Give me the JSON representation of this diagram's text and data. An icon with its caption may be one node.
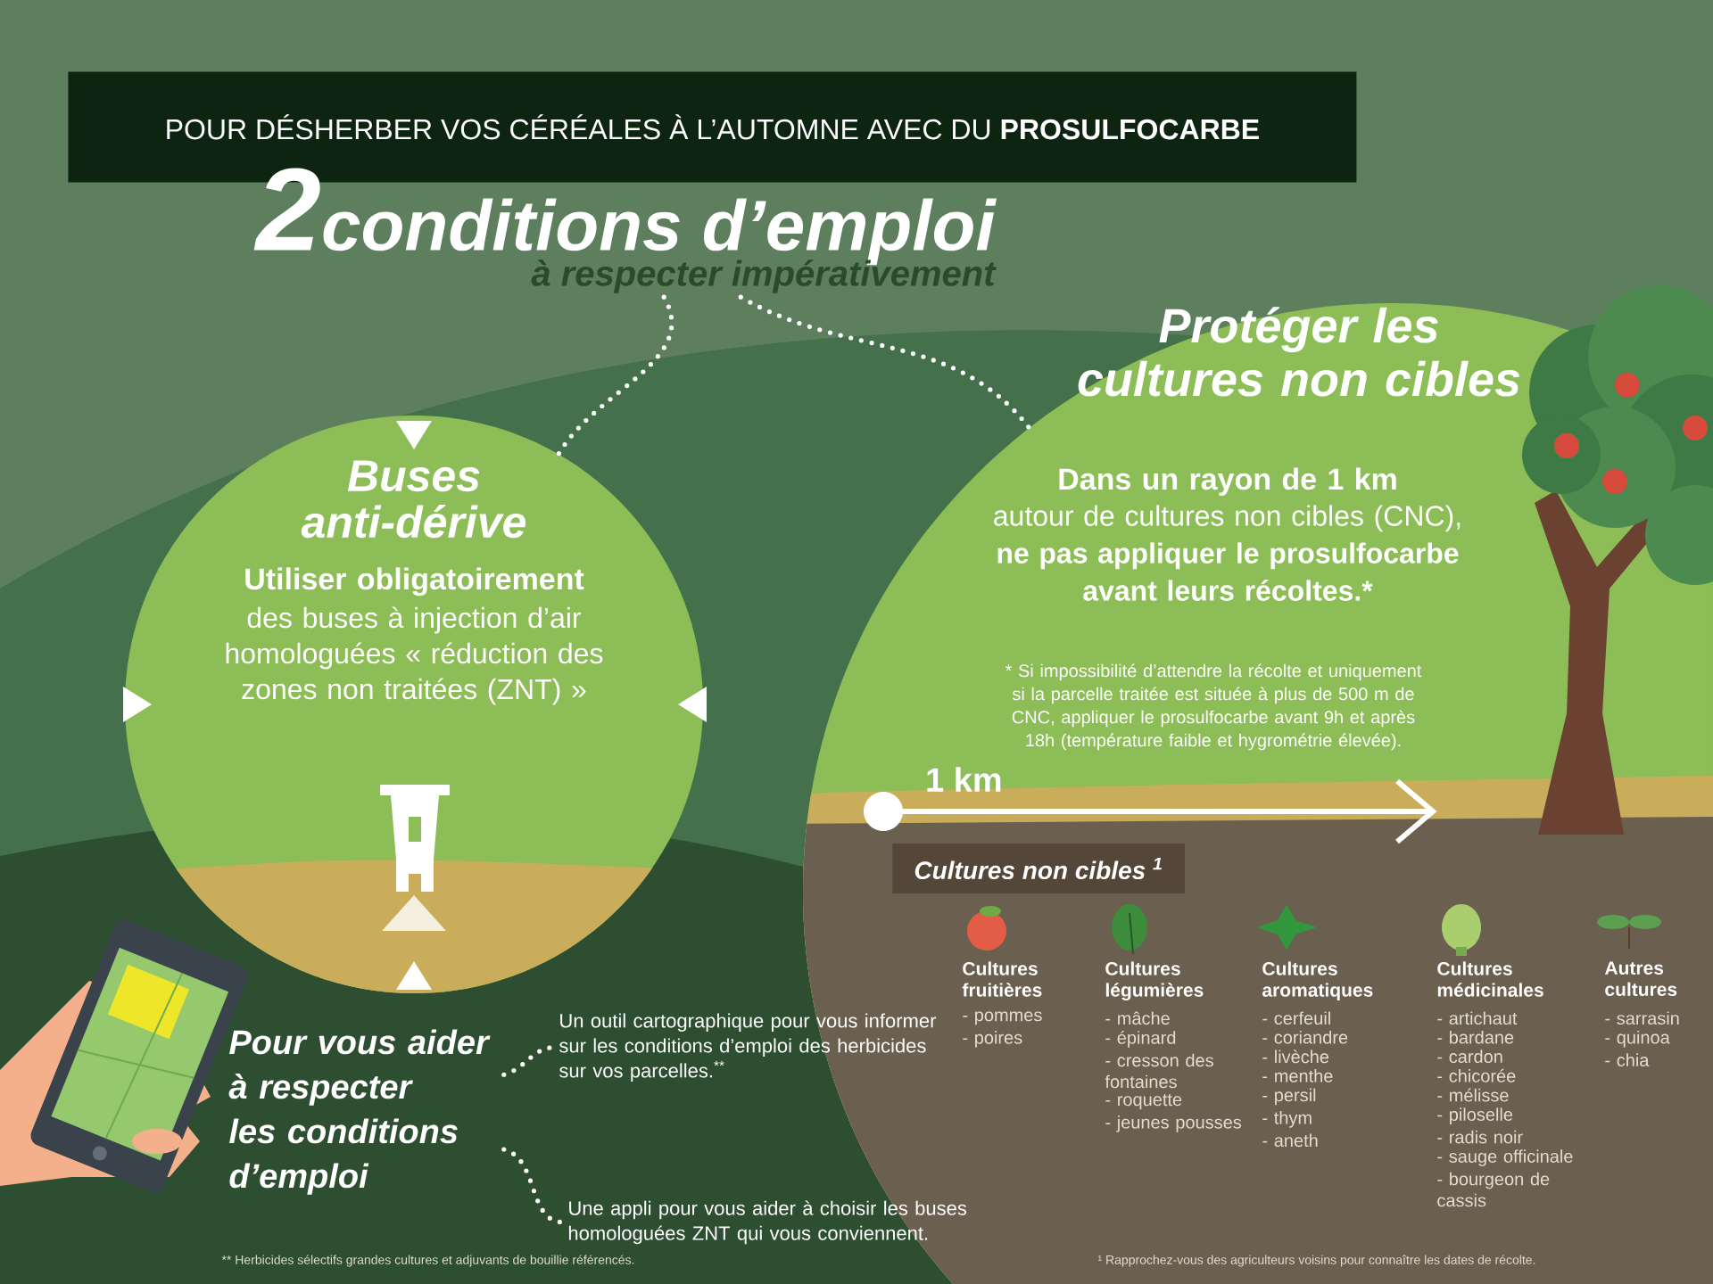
{
  "diagram": {
    "title": "POUR DÉSHERBER VOS CÉRÉALES À L’AUTOMNE AVEC DU **PROSULFOCARBE**",
    "nodes": [
      {
        "text": [
          "2",
          "conditions d’emploi",
          "à respecter impérativement"
        ]
      },
      {
        "text": [
          "Buses anti-dérive",
          "Utiliser obligatoirement",
          "des buses à injection d’air homologuées « réduction des zones non traitées (ZNT) »"
        ]
      },
      {
        "text": [
          "Protéger les cultures non cibles",
          "Dans un rayon de 1 km",
          "autour de cultures non cibles (CNC),",
          "ne pas appliquer le prosulfocarbe avant leurs récoltes.*",
          "* Si impossibilité d’attendre la récolte et uniquement si la parcelle traitée est située à plus de 500 m de CNC, appliquer le prosulfocarbe avant 9h et après 18h (température faible et hygrométrie élevée)."
        ]
      },
      {
        "text": [
          "Cultures non cibles $^{1}$"
        ],
        "in": 2
      },
      {
        "text": [
          "Pour vous aider à respecter les conditions d’emploi"
        ]
      },
      {
        "text": [
          "Un outil cartographique pour vous informer sur les conditions d’emploi des herbicides sur vos parcelles.$^{**}$"
        ]
      },
      {
        "text": [
          "Une appli pour vous aider à choisir les buses homologuées ZNT qui vous conviennent."
        ]
      }
    ],
    "edges": [
      {
        "from": 0,
        "to": 1,
        "arrow": "none",
        "style": "dashed"
      },
      {
        "from": 0,
        "to": 2,
        "arrow": "none",
        "style": "dashed"
      },
      {
        "from": 4,
        "to": 5,
        "arrow": "none",
        "style": "dashed"
      },
      {
        "from": 4,
        "to": 6,
        "arrow": "none",
        "style": "dashed"
      }
    ],
    "labels": [
      "1 km",
      "Cultures fruitières",
      "- pommes",
      "- poires",
      "Cultures légumières",
      "- mâche",
      "- épinard",
      "- cresson des fontaines",
      "- roquette",
      "- jeunes pousses",
      "Cultures aromatiques",
      "- cerfeuil",
      "- coriandre",
      "- livèche",
      "- menthe",
      "- persil",
      "- thym",
      "- aneth",
      "Cultures médicinales",
      "- artichaut",
      "- bardane",
      "- cardon",
      "- chicorée",
      "- mélisse",
      "- piloselle",
      "- radis noir",
      "- sauge officinale",
      "- bourgeon de cassis",
      "Autres cultures",
      "- sarrasin",
      "- quinoa",
      "- chia",
      "** Herbicides sélectifs grandes cultures et adjuvants de bouillie référencés.",
      "¹ Rapprochez-vous des agriculteurs voisins pour connaître les dates de récolte."
    ]
  }
}
